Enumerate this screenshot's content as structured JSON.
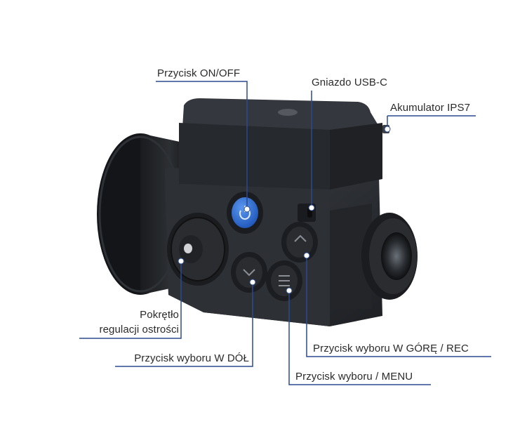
{
  "callouts": {
    "on_off": "Przycisk ON/OFF",
    "usb_c": "Gniazdo USB-C",
    "battery": "Akumulator IPS7",
    "focus_knob_line1": "Pokrętło",
    "focus_knob_line2": "regulacji ostrości",
    "down_button": "Przycisk wyboru W DÓŁ",
    "up_rec_button": "Przycisk wyboru W GÓRĘ / REC",
    "menu_button": "Przycisk wyboru / MENU"
  },
  "colors": {
    "accent_line": "#2a4a8f",
    "power_button": "#2f6fd6",
    "device_body": "#2b2e33"
  },
  "icons": {
    "power": "power-icon",
    "up": "chevron-up-icon",
    "down": "chevron-down-icon",
    "menu": "menu-lines-icon"
  }
}
